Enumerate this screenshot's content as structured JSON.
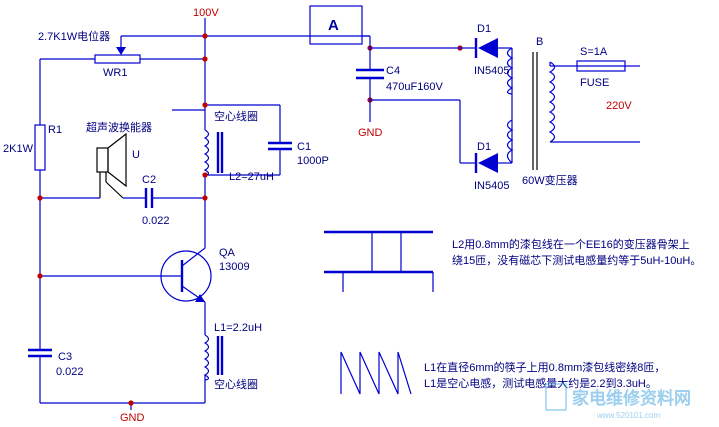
{
  "labels": {
    "v100": "100V",
    "pot": "2.7K1W电位器",
    "wr1": "WR1",
    "r1": "R1",
    "r1_val": "2K1W",
    "transducer": "超声波换能器",
    "u": "U",
    "c2": "C2",
    "c2_val": "0.022",
    "air_coil_top": "空心线圈",
    "l2_val": "L2=27uH",
    "c1": "C1",
    "c1_val": "1000P",
    "qa": "QA",
    "qa_model": "13009",
    "l1_val": "L1=2.2uH",
    "air_coil_bottom": "空心线圈",
    "c3": "C3",
    "c3_val": "0.022",
    "gnd_bottom": "GND",
    "ammeter": "A",
    "c4": "C4",
    "c4_val": "470uF160V",
    "gnd_c4": "GND",
    "d1_top": "D1",
    "d1_top_model": "IN5405",
    "d1_bottom": "D1",
    "d1_bottom_model": "IN5405",
    "transformer": "B",
    "transformer_desc": "60W变压器",
    "fuse_rating": "S=1A",
    "fuse": "FUSE",
    "mains": "220V"
  },
  "notes": {
    "l2_line1": "L2用0.8mm的漆包线在一个EE16的变压器骨架上",
    "l2_line2": "绕15匝，没有磁芯下测试电感量约等于5uH-10uH。",
    "l1_line1": "L1在直径6mm的筷子上用0.8mm漆包线密绕8匝，",
    "l1_line2": "L1是空心电感，测试电感量大约是2.2到3.3uH。"
  },
  "watermark": {
    "name": "家电维修资料网",
    "url": "www.520101.com"
  },
  "colors": {
    "wire": "#0000d0",
    "junction": "#c00000",
    "label": "#000080"
  }
}
